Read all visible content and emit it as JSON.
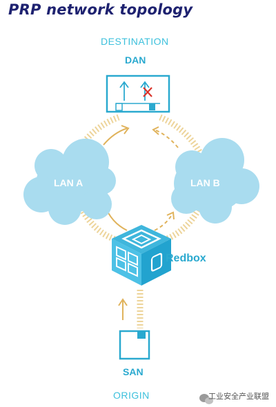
{
  "title": "PRP network topology",
  "destination": {
    "caption": "DESTINATION",
    "node": "DAN"
  },
  "lan_a": "LAN A",
  "lan_b": "LAN B",
  "redbox": "Redbox",
  "origin": {
    "caption": "ORIGIN",
    "node": "SAN"
  },
  "watermark": "工业安全产业联盟",
  "colors": {
    "title": "#1e2270",
    "accent": "#2aa9cf",
    "cloud": "#a9dcef",
    "hatch": "#edd49a",
    "arrow": "#e0b35c",
    "error": "#d9342b"
  }
}
